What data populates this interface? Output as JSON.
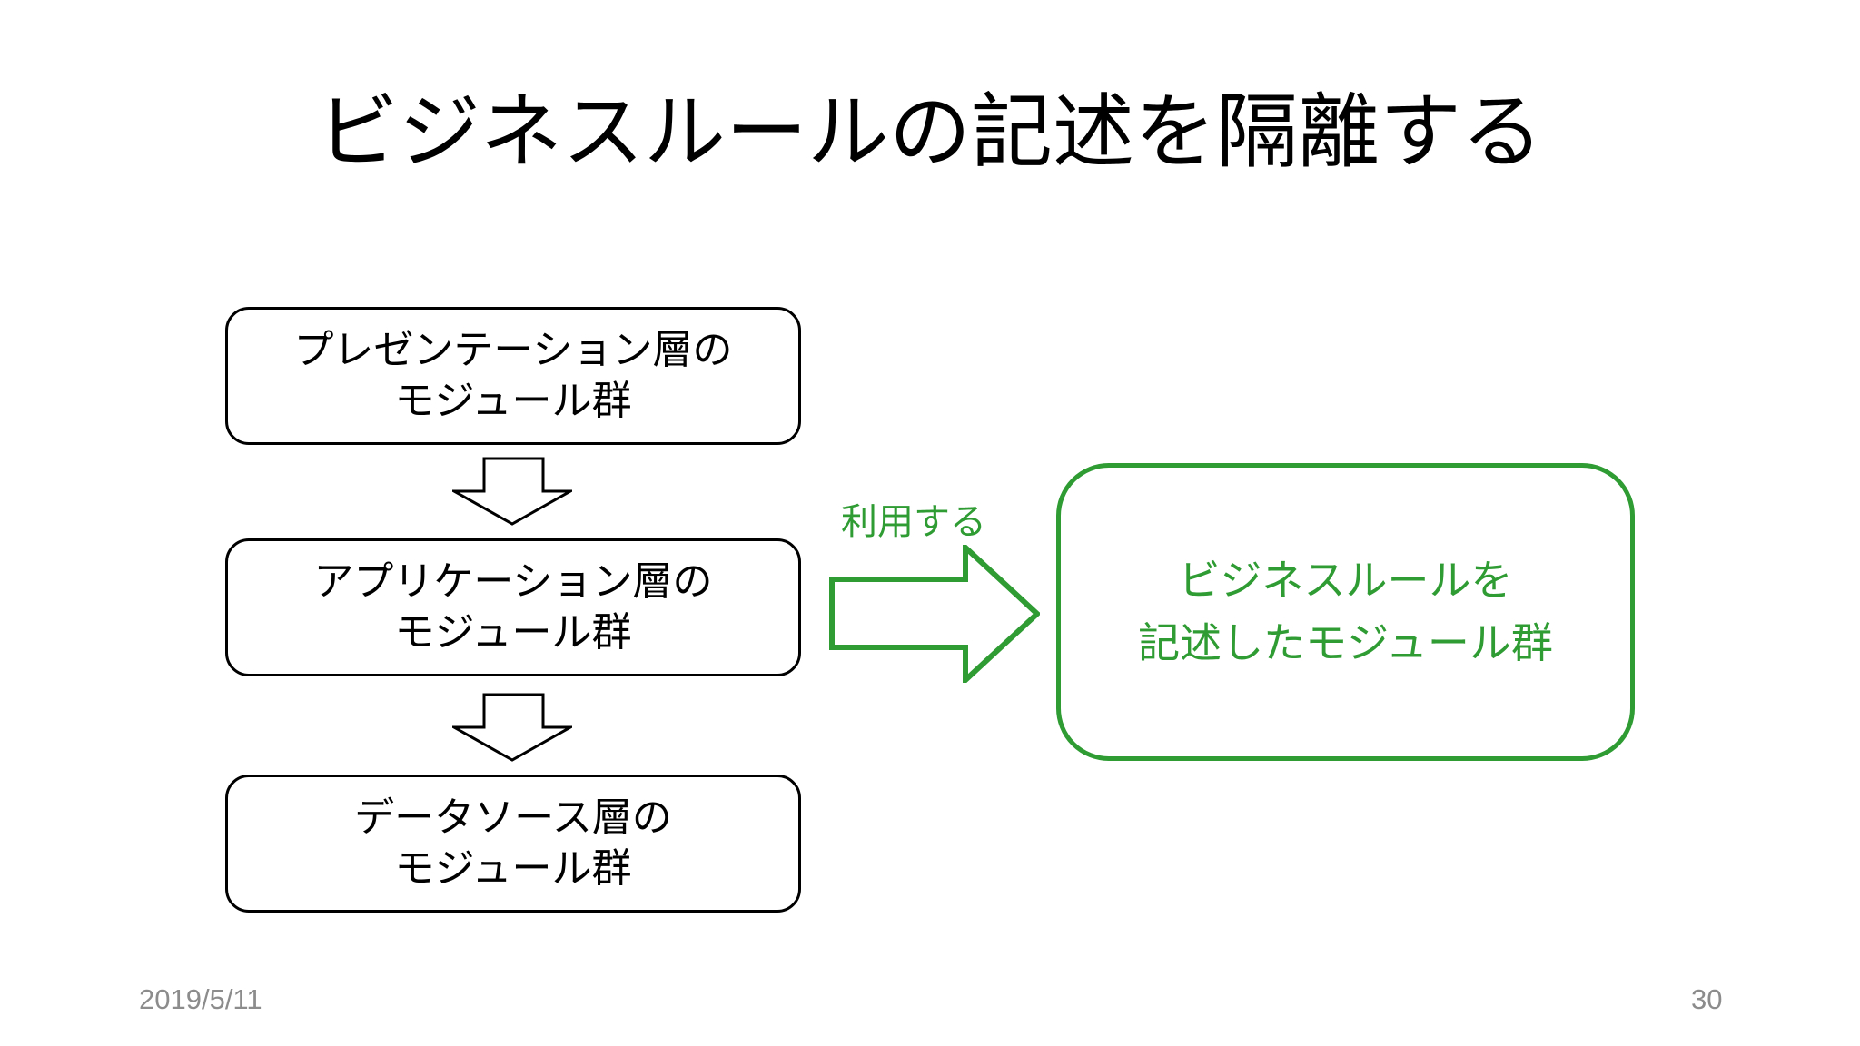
{
  "slide": {
    "title": "ビジネスルールの記述を隔離する",
    "flow": {
      "boxes": [
        {
          "line1": "プレゼンテーション層の",
          "line2": "モジュール群"
        },
        {
          "line1": "アプリケーション層の",
          "line2": "モジュール群"
        },
        {
          "line1": "データソース層の",
          "line2": "モジュール群"
        }
      ],
      "down_arrow_icon": "down-block-arrow-icon"
    },
    "relation": {
      "arrow_label": "利用する",
      "arrow_icon": "right-block-arrow-icon",
      "target_box": {
        "line1": "ビジネスルールを",
        "line2": "記述したモジュール群"
      }
    },
    "footer": {
      "date": "2019/5/11",
      "page_number": "30"
    },
    "colors": {
      "accent_green": "#2e9b33",
      "box_border": "#000000",
      "footer_text": "#8c8c8c",
      "background": "#ffffff"
    }
  }
}
